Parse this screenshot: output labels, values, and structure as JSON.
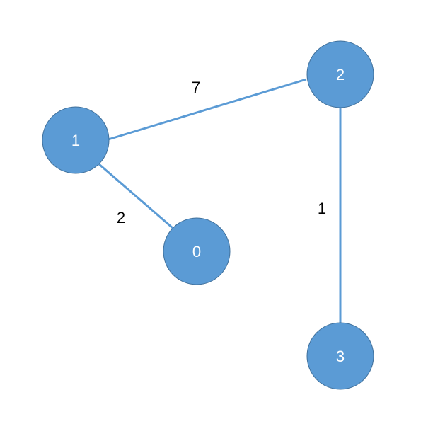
{
  "colors": {
    "node_fill": "#5b9bd5",
    "edge_stroke": "#5b9bd5",
    "label_text": "#ffffff",
    "weight_text": "#000000"
  },
  "graph": {
    "nodes": [
      {
        "id": "1",
        "label": "1"
      },
      {
        "id": "2",
        "label": "2"
      },
      {
        "id": "0",
        "label": "0"
      },
      {
        "id": "3",
        "label": "3"
      }
    ],
    "edges": [
      {
        "source": "1",
        "target": "2",
        "weight": "7"
      },
      {
        "source": "1",
        "target": "0",
        "weight": "2"
      },
      {
        "source": "2",
        "target": "3",
        "weight": "1"
      }
    ]
  }
}
